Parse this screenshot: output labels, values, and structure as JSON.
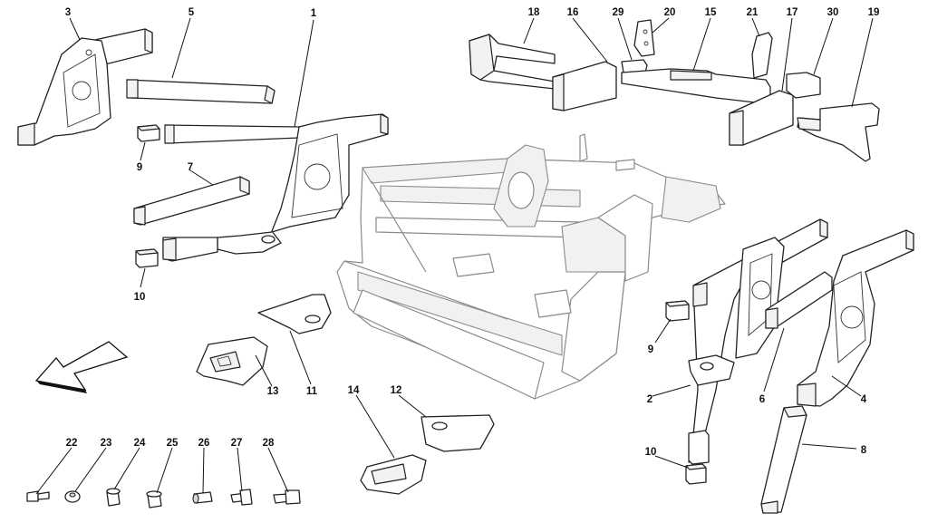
{
  "callouts": {
    "c1": "1",
    "c2": "2",
    "c3": "3",
    "c4": "4",
    "c5": "5",
    "c6": "6",
    "c7": "7",
    "c8": "8",
    "c9a": "9",
    "c9b": "9",
    "c10a": "10",
    "c10b": "10",
    "c11": "11",
    "c12": "12",
    "c13": "13",
    "c14": "14",
    "c15": "15",
    "c16": "16",
    "c17": "17",
    "c18": "18",
    "c19": "19",
    "c20": "20",
    "c21": "21",
    "c22": "22",
    "c23": "23",
    "c24": "24",
    "c25": "25",
    "c26": "26",
    "c27": "27",
    "c28": "28",
    "c29": "29",
    "c30": "30"
  },
  "icons": {
    "direction_arrow": "arrow-left-down-icon"
  },
  "colors": {
    "line": "#222222",
    "ghost_line": "#8a8a8a",
    "background": "#ffffff"
  }
}
